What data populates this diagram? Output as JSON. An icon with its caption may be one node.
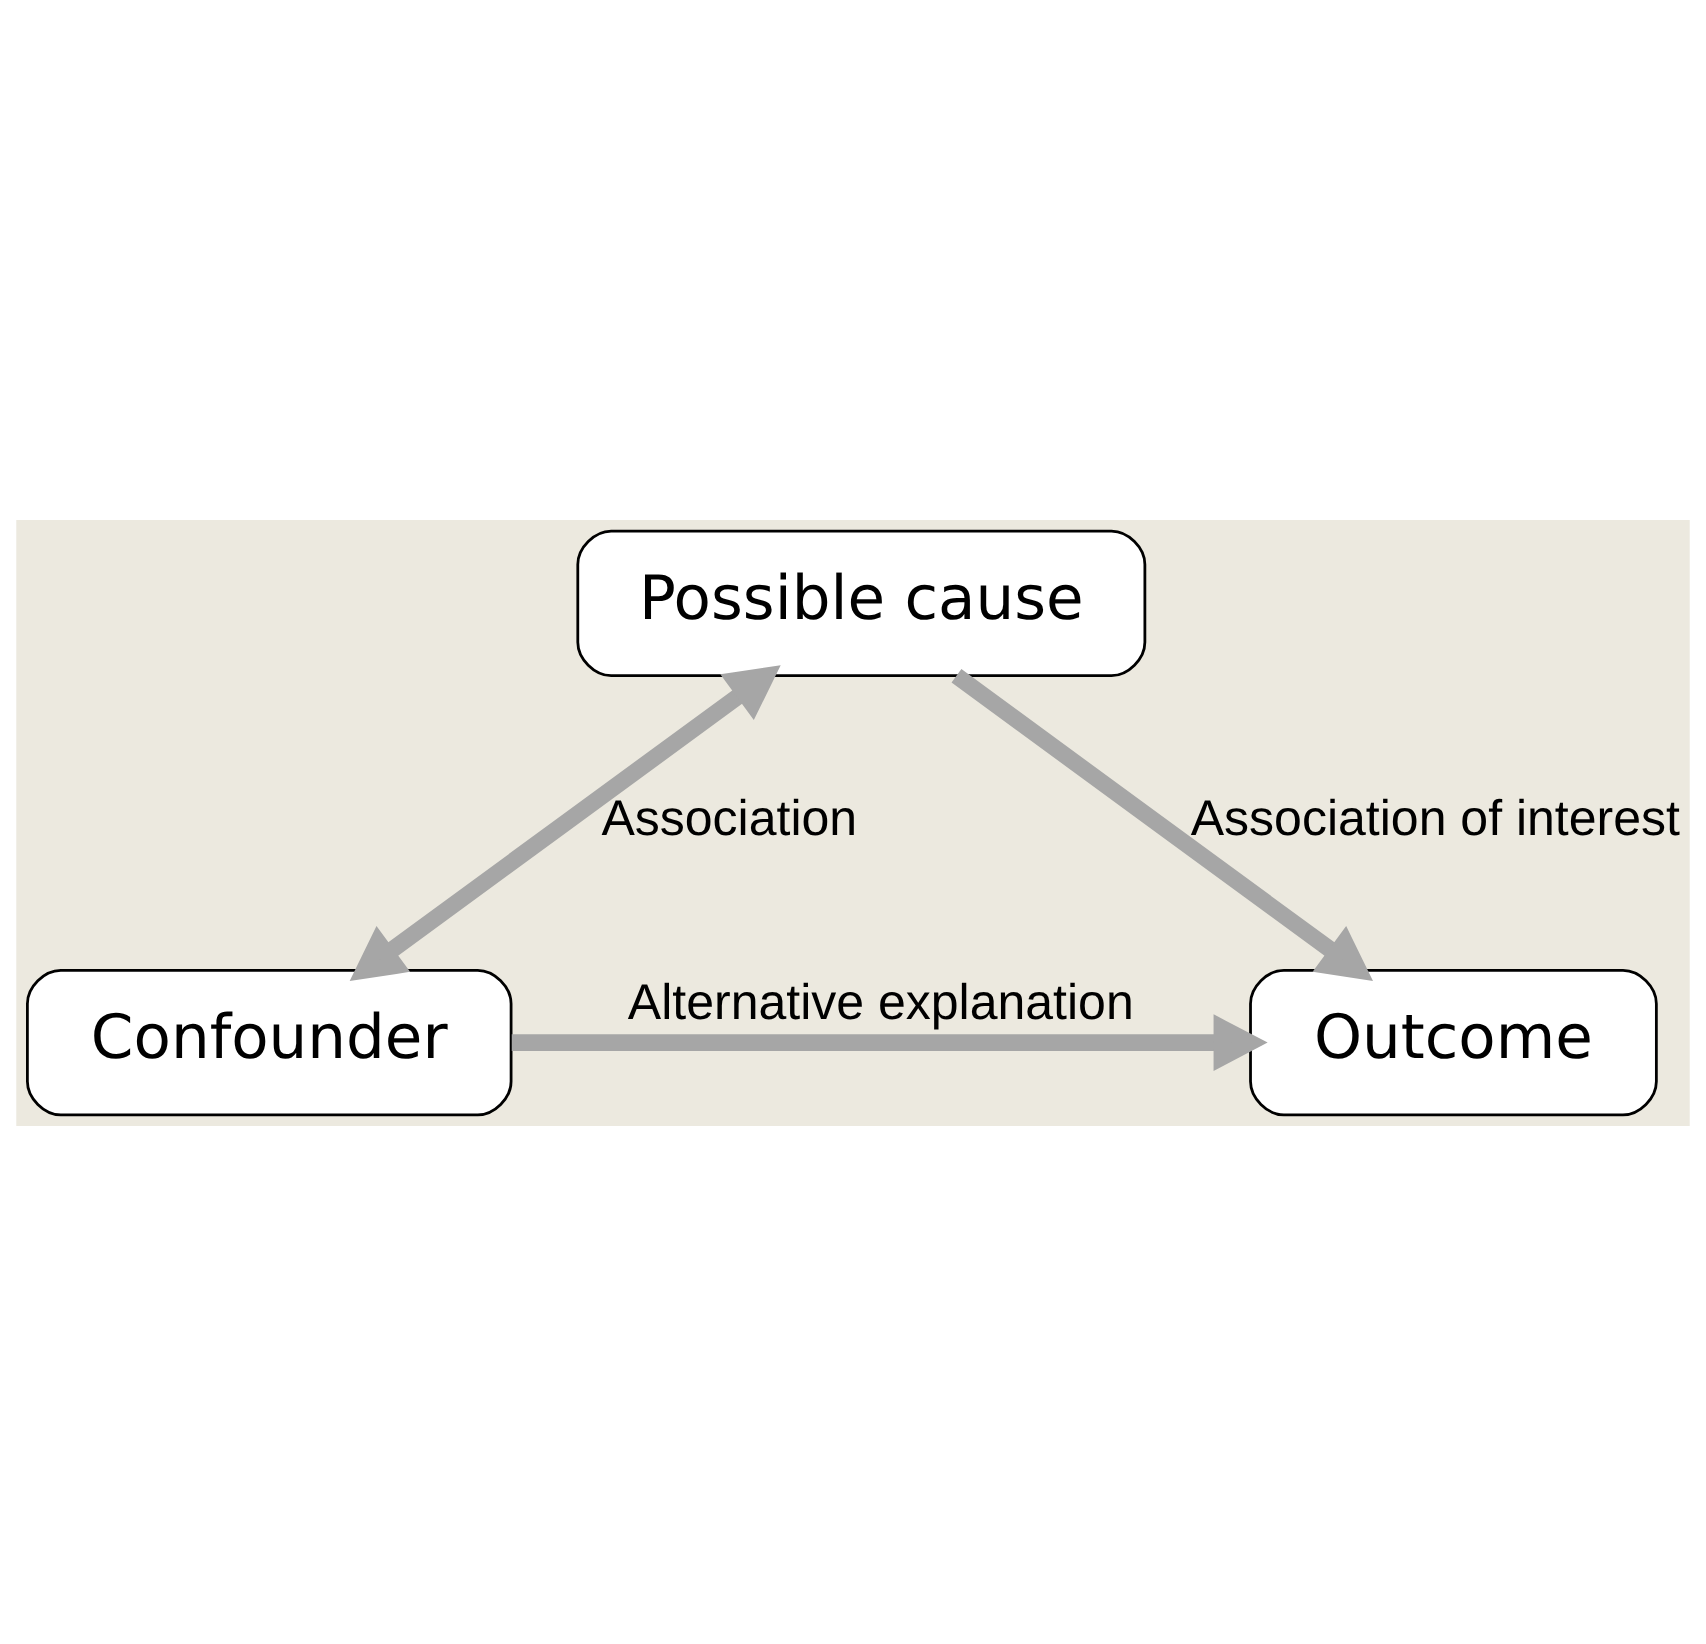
{
  "diagram": {
    "nodes": [
      {
        "text": [
          "Possible cause"
        ]
      },
      {
        "text": [
          "Confounder"
        ]
      },
      {
        "text": [
          "Outcome"
        ]
      }
    ],
    "edges": [
      {
        "from": 0,
        "to": 1,
        "arrow": "both",
        "label": "Association"
      },
      {
        "from": 0,
        "to": 2,
        "arrow": "to",
        "label": "Association of interest"
      },
      {
        "from": 1,
        "to": 2,
        "arrow": "to",
        "label": "Alternative explanation"
      }
    ]
  }
}
